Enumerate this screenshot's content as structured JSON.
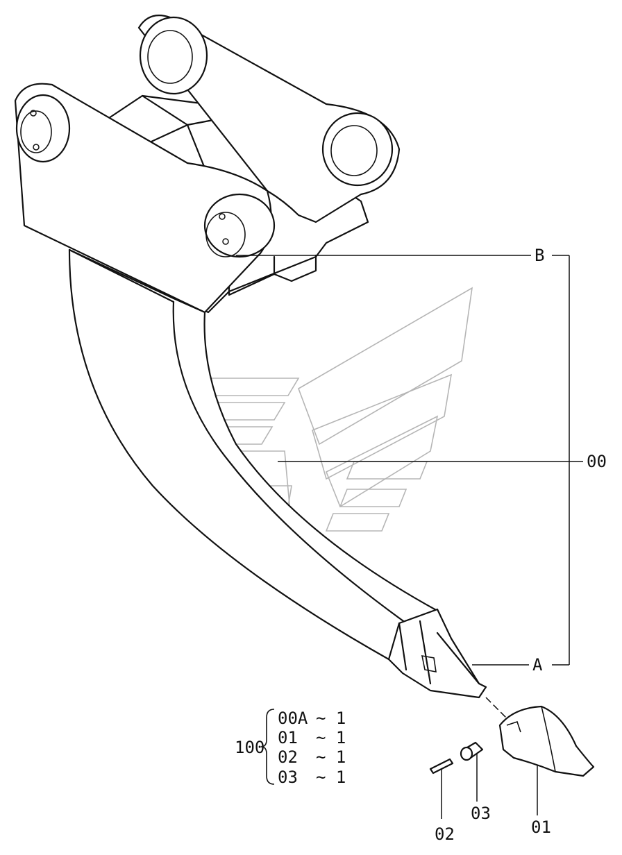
{
  "callouts": {
    "assembly_b": "B",
    "assembly_a": "A",
    "shank": "00",
    "tooth_point": "01",
    "lock_pin": "02",
    "pin_sleeve": "03"
  },
  "parts_list": {
    "assembly_no": "100",
    "rows": [
      {
        "part": "00A",
        "qty": "~ 1"
      },
      {
        "part": "01",
        "qty": "~ 1"
      },
      {
        "part": "02",
        "qty": "~ 1"
      },
      {
        "part": "03",
        "qty": "~ 1"
      }
    ]
  }
}
